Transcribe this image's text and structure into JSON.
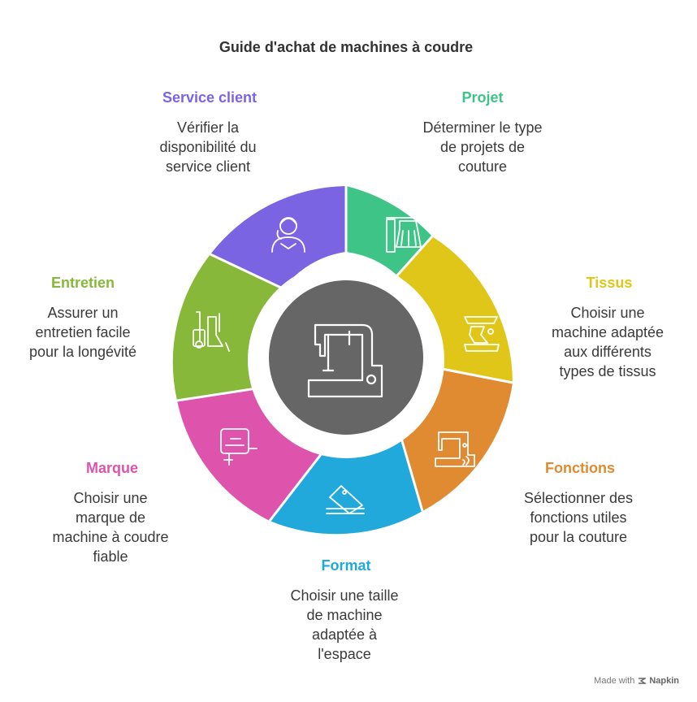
{
  "title": "Guide d'achat de machines à coudre",
  "footer": {
    "made_with": "Made with",
    "brand": "Napkin"
  },
  "center": {
    "icon": "sewing-machine-icon",
    "color": "#666666"
  },
  "segments": [
    {
      "id": "projet",
      "label": "Projet",
      "lines": [
        "Déterminer le type",
        "de projets de",
        "couture"
      ],
      "color": "#3ec486",
      "icon": "dress-pattern-icon"
    },
    {
      "id": "tissus",
      "label": "Tissus",
      "lines": [
        "Choisir une",
        "machine adaptée",
        "aux différents",
        "types de tissus"
      ],
      "color": "#e0c619",
      "icon": "fabric-icon"
    },
    {
      "id": "fonctions",
      "label": "Fonctions",
      "lines": [
        "Sélectionner des",
        "fonctions utiles",
        "pour la couture"
      ],
      "color": "#e08a32",
      "icon": "smart-sewing-machine-icon"
    },
    {
      "id": "format",
      "label": "Format",
      "lines": [
        "Choisir une taille",
        "de machine",
        "adaptée à",
        "l'espace"
      ],
      "color": "#22a9dc",
      "icon": "compact-machine-icon"
    },
    {
      "id": "marque",
      "label": "Marque",
      "lines": [
        "Choisir une",
        "marque de",
        "machine à coudre",
        "fiable"
      ],
      "color": "#de54ad",
      "icon": "brand-label-icon"
    },
    {
      "id": "entretien",
      "label": "Entretien",
      "lines": [
        "Assurer un",
        "entretien facile",
        "pour la longévité"
      ],
      "color": "#87b83a",
      "icon": "cleaning-tools-icon"
    },
    {
      "id": "service",
      "label": "Service client",
      "lines": [
        "Vérifier la",
        "disponibilité du",
        "service client"
      ],
      "color": "#7b64e2",
      "icon": "support-agent-icon"
    }
  ]
}
